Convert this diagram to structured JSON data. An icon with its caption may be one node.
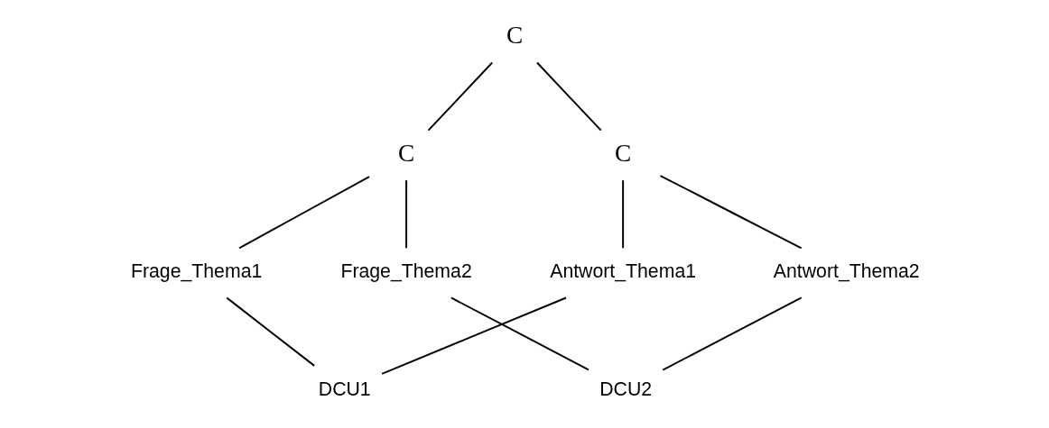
{
  "diagram": {
    "nodes": [
      {
        "text": [
          "C"
        ]
      },
      {
        "text": [
          "C"
        ]
      },
      {
        "text": [
          "C"
        ]
      },
      {
        "text": [
          "Frage_Thema1"
        ]
      },
      {
        "text": [
          "Frage_Thema2"
        ]
      },
      {
        "text": [
          "Antwort_Thema1"
        ]
      },
      {
        "text": [
          "Antwort_Thema2"
        ]
      },
      {
        "text": [
          "DCU1"
        ]
      },
      {
        "text": [
          "DCU2"
        ]
      }
    ],
    "edges": [
      {
        "from": 0,
        "to": 1,
        "arrow": "none"
      },
      {
        "from": 0,
        "to": 2,
        "arrow": "none"
      },
      {
        "from": 1,
        "to": 3,
        "arrow": "none"
      },
      {
        "from": 1,
        "to": 4,
        "arrow": "none"
      },
      {
        "from": 2,
        "to": 5,
        "arrow": "none"
      },
      {
        "from": 2,
        "to": 6,
        "arrow": "none"
      },
      {
        "from": 3,
        "to": 7,
        "arrow": "none"
      },
      {
        "from": 5,
        "to": 7,
        "arrow": "none"
      },
      {
        "from": 4,
        "to": 8,
        "arrow": "none"
      },
      {
        "from": 6,
        "to": 8,
        "arrow": "none"
      }
    ]
  }
}
